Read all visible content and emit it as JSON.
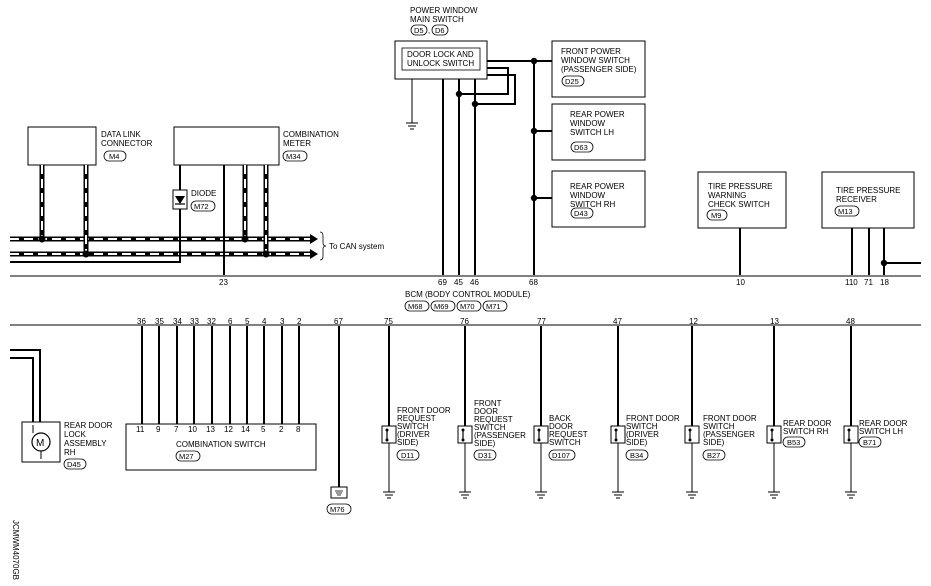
{
  "components": {
    "pw_main_switch": {
      "name": [
        "POWER WINDOW",
        "MAIN SWITCH"
      ],
      "connectors": [
        "D5",
        "D6"
      ],
      "inner": [
        "DOOR LOCK AND",
        "UNLOCK SWITCH"
      ]
    },
    "front_pw_passenger": {
      "name": [
        "FRONT POWER",
        "WINDOW SWITCH",
        "(PASSENGER SIDE)"
      ],
      "connector": "D25"
    },
    "rear_pw_lh": {
      "name": [
        "REAR POWER",
        "WINDOW",
        "SWITCH LH"
      ],
      "connector": "D63"
    },
    "rear_pw_rh": {
      "name": [
        "REAR POWER",
        "WINDOW",
        "SWITCH RH"
      ],
      "connector": "D43"
    },
    "data_link": {
      "name": [
        "DATA LINK",
        "CONNECTOR"
      ],
      "connector": "M4"
    },
    "combination_meter": {
      "name": [
        "COMBINATION",
        "METER"
      ],
      "connector": "M34"
    },
    "diode": {
      "name": [
        "DIODE"
      ],
      "connector": "M72"
    },
    "tp_warning_switch": {
      "name": [
        "TIRE PRESSURE",
        "WARNING",
        "CHECK SWITCH"
      ],
      "connector": "M9"
    },
    "tp_receiver": {
      "name": [
        "TIRE PRESSURE",
        "RECEIVER"
      ],
      "connector": "M13"
    },
    "bcm": {
      "name": "BCM (BODY CONTROL MODULE)",
      "connectors": [
        "M68",
        "M69",
        "M70",
        "M71"
      ]
    },
    "rear_door_lock_rh": {
      "name": [
        "REAR DOOR",
        "LOCK",
        "ASSEMBLY",
        "RH"
      ],
      "connector": "D45"
    },
    "combination_switch": {
      "name": "COMBINATION SWITCH",
      "connector": "M27"
    },
    "ground": {
      "connector": "M76"
    },
    "front_door_req_driver": {
      "name": [
        "FRONT DOOR",
        "REQUEST",
        "SWITCH",
        "(DRIVER",
        "SIDE)"
      ],
      "connector": "D11"
    },
    "front_door_req_passenger": {
      "name": [
        "FRONT",
        "DOOR",
        "REQUEST",
        "SWITCH",
        "(PASSENGER",
        "SIDE)"
      ],
      "connector": "D31"
    },
    "back_door_req": {
      "name": [
        "BACK",
        "DOOR",
        "REQUEST",
        "SWITCH"
      ],
      "connector": "D107"
    },
    "front_door_sw_driver": {
      "name": [
        "FRONT DOOR",
        "SWITCH",
        "(DRIVER",
        "SIDE)"
      ],
      "connector": "B34"
    },
    "front_door_sw_passenger": {
      "name": [
        "FRONT DOOR",
        "SWITCH",
        "(PASSENGER",
        "SIDE)"
      ],
      "connector": "B27"
    },
    "rear_door_sw_rh": {
      "name": [
        "REAR DOOR",
        "SWITCH RH"
      ],
      "connector": "B53"
    },
    "rear_door_sw_lh": {
      "name": [
        "REAR DOOR",
        "SWITCH LH"
      ],
      "connector": "B71"
    }
  },
  "can_label": "To CAN system",
  "bcm_top_pins": [
    "23",
    "69",
    "45",
    "46",
    "68",
    "10",
    "110",
    "71",
    "18"
  ],
  "bcm_bottom_pins": [
    "36",
    "35",
    "34",
    "33",
    "32",
    "6",
    "5",
    "4",
    "3",
    "2",
    "67",
    "75",
    "76",
    "77",
    "47",
    "12",
    "13",
    "48"
  ],
  "combination_switch_pins": [
    "11",
    "9",
    "7",
    "10",
    "13",
    "12",
    "14",
    "5",
    "2",
    "8"
  ],
  "diagram_id": "JCMWM4070GB"
}
